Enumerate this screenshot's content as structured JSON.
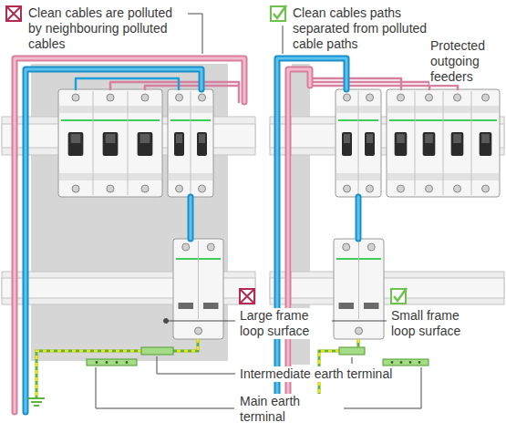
{
  "diagram": {
    "labels": [
      "Clean cables are polluted by neighbouring polluted cables",
      "Clean cables paths separated from polluted cable paths",
      "Protected outgoing feeders",
      "Large frame loop surface",
      "Small frame loop surface",
      "Intermediate earth terminal",
      "Main earth terminal"
    ]
  }
}
